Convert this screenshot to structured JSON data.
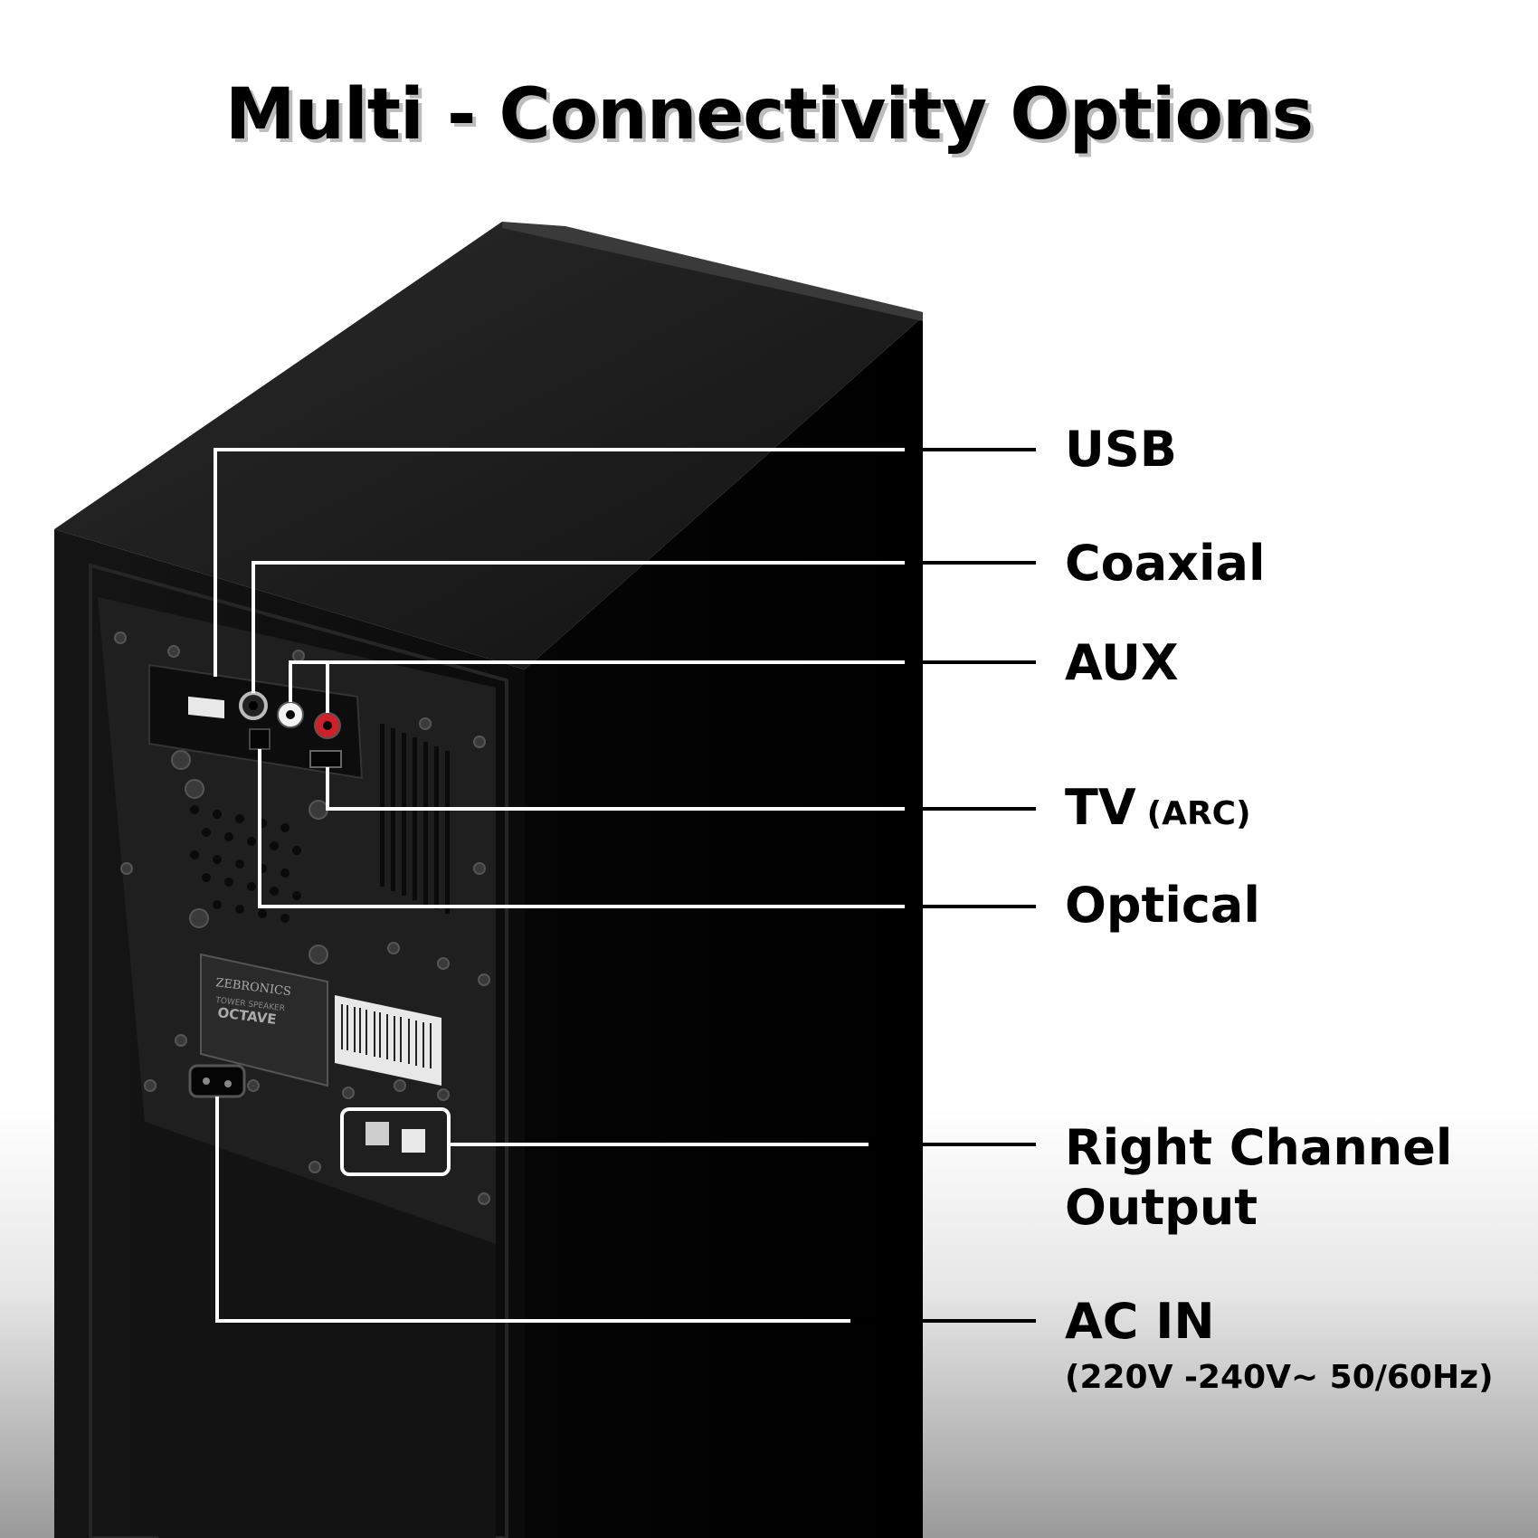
{
  "title": "Multi - Connectivity Options",
  "labels": {
    "usb": "USB",
    "coaxial": "Coaxial",
    "aux": "AUX",
    "tv": "TV",
    "tv_note": "(ARC)",
    "optical": "Optical",
    "right_channel_line1": "Right Channel",
    "right_channel_line2": "Output",
    "ac_in": "AC IN",
    "ac_in_note": "(220V -240V~ 50/60Hz)"
  },
  "panel": {
    "brand": "ZEBRONICS",
    "product_type": "TOWER SPEAKER",
    "model": "OCTAVE"
  },
  "colors": {
    "cabinet": "#0a0a0a",
    "cabinet_side": "#000000",
    "panel": "#1c1c1c",
    "callout_line": "#ffffff",
    "label_text": "#000000",
    "rca_red": "#d0202a",
    "rca_white": "#f2f2f2"
  }
}
